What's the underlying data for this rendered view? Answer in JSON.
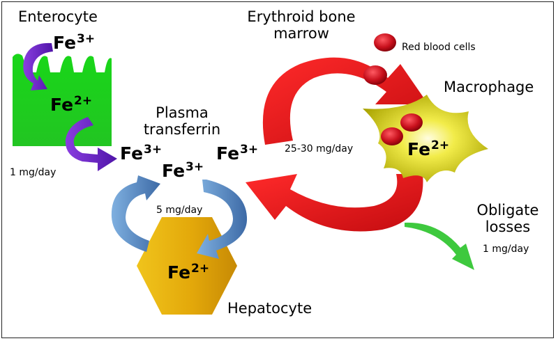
{
  "labels": {
    "enterocyte": "Enterocyte",
    "erythroid_line1": "Erythroid bone",
    "erythroid_line2": "marrow",
    "red_blood_cells": "Red blood cells",
    "macrophage": "Macrophage",
    "plasma_line1": "Plasma",
    "plasma_line2": "transferrin",
    "hepatocyte": "Hepatocyte",
    "obligate_line1": "Obligate",
    "obligate_line2": "losses"
  },
  "rates": {
    "absorption": "1 mg/day",
    "hepatocyte_exchange": "5 mg/day",
    "erythroid_cycle": "25-30 mg/day",
    "losses": "1 mg/day"
  },
  "iron": {
    "enterocyte_top": {
      "base": "Fe",
      "charge": "3+"
    },
    "enterocyte_inside": {
      "base": "Fe",
      "charge": "2+"
    },
    "plasma_left": {
      "base": "Fe",
      "charge": "3+"
    },
    "plasma_center": {
      "base": "Fe",
      "charge": "3+"
    },
    "plasma_right": {
      "base": "Fe",
      "charge": "3+"
    },
    "macrophage": {
      "base": "Fe",
      "charge": "2+"
    },
    "hepatocyte": {
      "base": "Fe",
      "charge": "2+"
    }
  },
  "colors": {
    "enterocyte": "#1ed21e",
    "absorption_arrow": "#6a1fc6",
    "cycle_arrow": "#e8151a",
    "transferrin_arrow": "#5b8fc8",
    "hepatocyte": "#e8b40f",
    "macrophage": "#d8d410",
    "red_cell": "#c8101c",
    "loss_arrow": "#3ec93e"
  }
}
